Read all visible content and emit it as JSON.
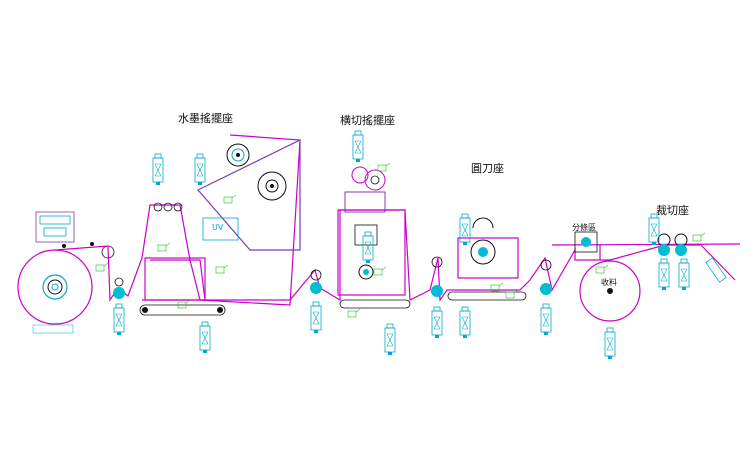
{
  "labels": {
    "ink_station": "水墨搖擺座",
    "cross_cut_station": "横切搖擺座",
    "round_knife_station": "圓刀座",
    "slitting_station": "裁切座",
    "separator": "分條區",
    "rewind": "收料",
    "unwind": "",
    "uv": "UV"
  },
  "colors": {
    "web": "#cc00cc",
    "frame": "#7a3db8",
    "motor": "#00aacc",
    "roller": "#00bcd4",
    "sensor": "#33cc33",
    "black": "#111111"
  }
}
